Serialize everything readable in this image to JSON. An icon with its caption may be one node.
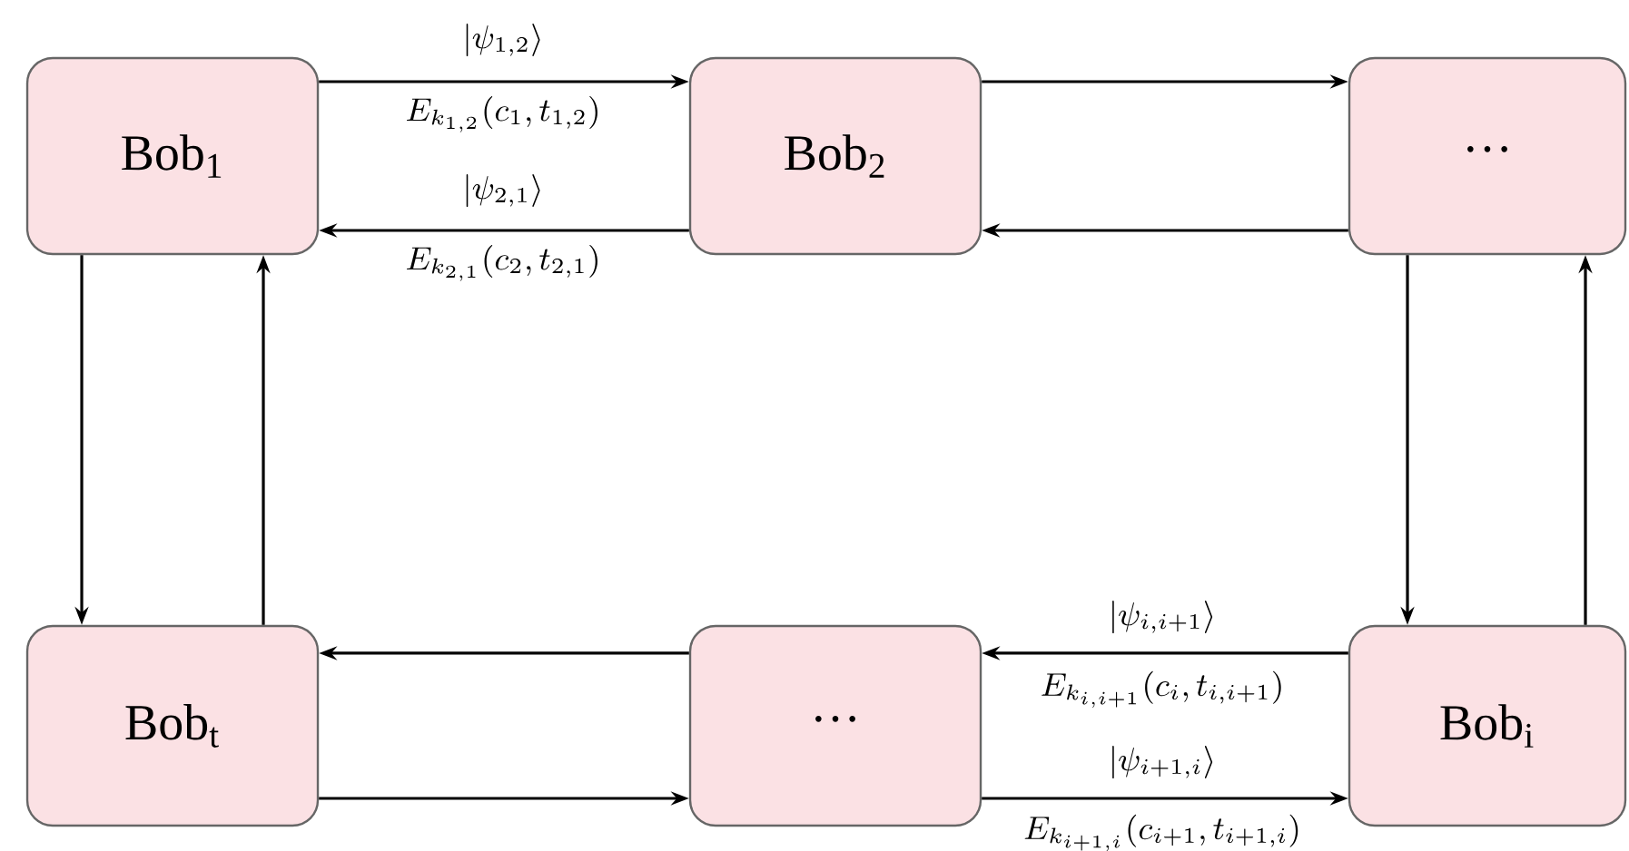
{
  "diagram": {
    "nodes": [
      {
        "text": [
          "Bob$_{1}$"
        ]
      },
      {
        "text": [
          "Bob$_{2}$"
        ]
      },
      {
        "text": [
          "···"
        ]
      },
      {
        "text": [
          "Bob$_{t}$"
        ]
      },
      {
        "text": [
          "···"
        ]
      },
      {
        "text": [
          "Bob$_{i}$"
        ]
      }
    ],
    "edges": [
      {
        "from": 0,
        "to": 1,
        "arrow": "to",
        "label": "\\left|\\psi_{1,2}\\right\\rangle"
      },
      {
        "from": 1,
        "to": 0,
        "arrow": "to",
        "label": "\\left|\\psi_{2,1}\\right\\rangle"
      },
      {
        "from": 1,
        "to": 2,
        "arrow": "to"
      },
      {
        "from": 2,
        "to": 1,
        "arrow": "to"
      },
      {
        "from": 2,
        "to": 5,
        "arrow": "to"
      },
      {
        "from": 5,
        "to": 2,
        "arrow": "to"
      },
      {
        "from": 5,
        "to": 4,
        "arrow": "to",
        "label": "\\left|\\psi_{i,i+1}\\right\\rangle"
      },
      {
        "from": 4,
        "to": 5,
        "arrow": "to",
        "label": "\\left|\\psi_{i+1,i}\\right\\rangle"
      },
      {
        "from": 4,
        "to": 3,
        "arrow": "to"
      },
      {
        "from": 3,
        "to": 4,
        "arrow": "to"
      },
      {
        "from": 0,
        "to": 3,
        "arrow": "to"
      },
      {
        "from": 3,
        "to": 0,
        "arrow": "to"
      }
    ],
    "labels": [
      "E_{k_{1,2}}(c_1,t_{1,2})",
      "E_{k_{2,1}}(c_2,t_{2,1})",
      "E_{k_{i,i+1}}(c_i,t_{i,i+1})",
      "E_{k_{i+1,i}}(c_{i+1},t_{i+1,i})"
    ]
  }
}
